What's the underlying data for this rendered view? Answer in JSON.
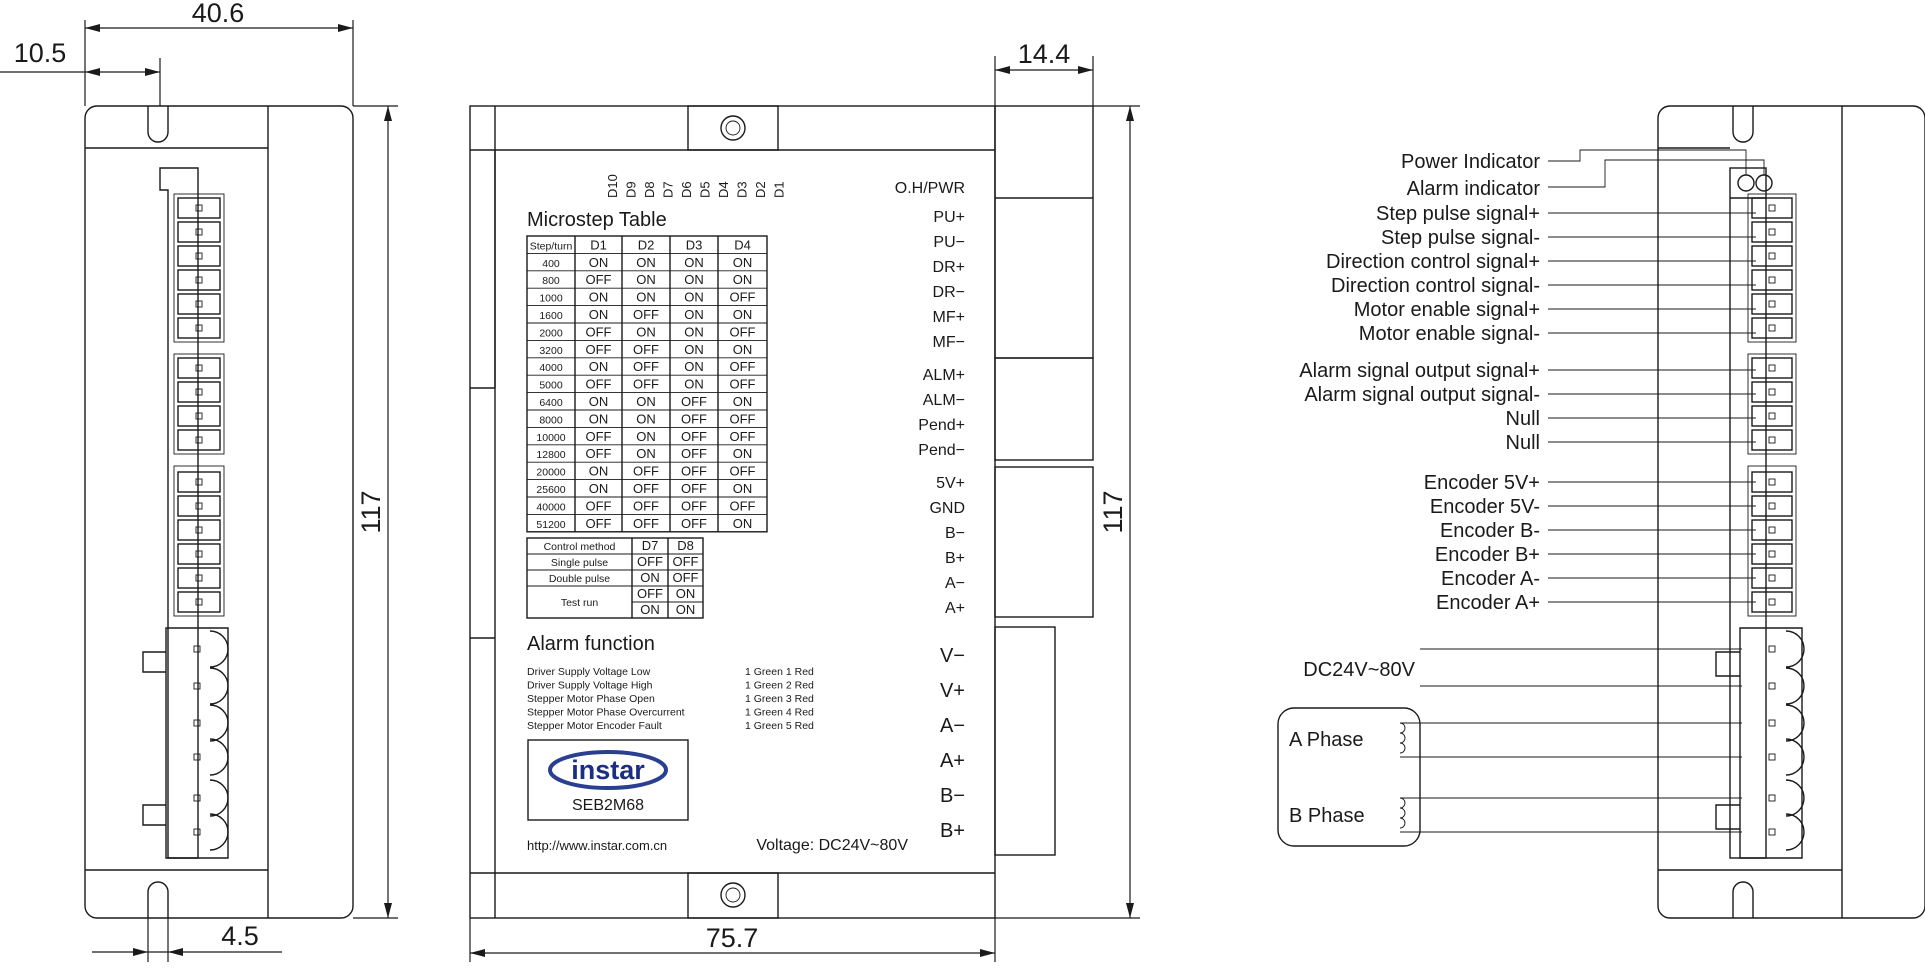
{
  "dimensions": {
    "width_total": "40.6",
    "width_offset": "10.5",
    "slot_width": "4.5",
    "height_left": "117",
    "front_width": "75.7",
    "terminal_depth": "14.4",
    "height_right": "117"
  },
  "front_panel": {
    "pwr_label": "O.H/PWR",
    "dip_labels": [
      "D10",
      "D9",
      "D8",
      "D7",
      "D6",
      "D5",
      "D4",
      "D3",
      "D2",
      "D1"
    ],
    "microstep_title": "Microstep Table",
    "microstep_header": [
      "Step/turn",
      "D1",
      "D2",
      "D3",
      "D4"
    ],
    "microstep_rows": [
      [
        "400",
        "ON",
        "ON",
        "ON",
        "ON"
      ],
      [
        "800",
        "OFF",
        "ON",
        "ON",
        "ON"
      ],
      [
        "1000",
        "ON",
        "ON",
        "ON",
        "OFF"
      ],
      [
        "1600",
        "ON",
        "OFF",
        "ON",
        "ON"
      ],
      [
        "2000",
        "OFF",
        "ON",
        "ON",
        "OFF"
      ],
      [
        "3200",
        "OFF",
        "OFF",
        "ON",
        "ON"
      ],
      [
        "4000",
        "ON",
        "OFF",
        "ON",
        "OFF"
      ],
      [
        "5000",
        "OFF",
        "OFF",
        "ON",
        "OFF"
      ],
      [
        "6400",
        "ON",
        "ON",
        "OFF",
        "ON"
      ],
      [
        "8000",
        "ON",
        "ON",
        "OFF",
        "OFF"
      ],
      [
        "10000",
        "OFF",
        "ON",
        "OFF",
        "OFF"
      ],
      [
        "12800",
        "OFF",
        "ON",
        "OFF",
        "ON"
      ],
      [
        "20000",
        "ON",
        "OFF",
        "OFF",
        "OFF"
      ],
      [
        "25600",
        "ON",
        "OFF",
        "OFF",
        "ON"
      ],
      [
        "40000",
        "OFF",
        "OFF",
        "OFF",
        "OFF"
      ],
      [
        "51200",
        "OFF",
        "OFF",
        "OFF",
        "ON"
      ]
    ],
    "control_header": [
      "Control method",
      "D7",
      "D8"
    ],
    "control_rows": [
      [
        "Single pulse",
        "OFF",
        "OFF"
      ],
      [
        "Double pulse",
        "ON",
        "OFF"
      ]
    ],
    "test_run_label": "Test run",
    "test_run_rows": [
      [
        "OFF",
        "ON"
      ],
      [
        "ON",
        "ON"
      ]
    ],
    "alarm_title": "Alarm function",
    "alarm_rows": [
      [
        "Driver Supply Voltage Low",
        "1  Green 1 Red"
      ],
      [
        "Driver Supply Voltage High",
        "1  Green 2 Red"
      ],
      [
        "Stepper Motor Phase Open",
        "1  Green 3 Red"
      ],
      [
        "Stepper Motor Phase Overcurrent",
        "1  Green 4 Red"
      ],
      [
        "Stepper Motor Encoder Fault",
        "1  Green 5 Red"
      ]
    ],
    "brand": "instar",
    "model": "SEB2M68",
    "url": "http://www.instar.com.cn",
    "voltage": "Voltage: DC24V~80V",
    "signal_terminals": [
      "PU+",
      "PU−",
      "DR+",
      "DR−",
      "MF+",
      "MF−",
      "ALM+",
      "ALM−",
      "Pend+",
      "Pend−",
      "5V+",
      "GND",
      "B−",
      "B+",
      "A−",
      "A+"
    ],
    "power_terminals": [
      "V−",
      "V+",
      "A−",
      "A+",
      "B−",
      "B+"
    ]
  },
  "wiring": {
    "indicators": [
      "Power Indicator",
      "Alarm indicator"
    ],
    "signals": [
      "Step pulse signal+",
      "Step pulse signal-",
      "Direction control signal+",
      "Direction control signal-",
      "Motor enable signal+",
      "Motor enable signal-",
      "Alarm signal output signal+",
      "Alarm signal output signal-",
      "Null",
      "Null",
      "Encoder 5V+",
      "Encoder 5V-",
      "Encoder B-",
      "Encoder B+",
      "Encoder A-",
      "Encoder A+"
    ],
    "power_label": "DC24V~80V",
    "phase_a": "A Phase",
    "phase_b": "B Phase"
  }
}
